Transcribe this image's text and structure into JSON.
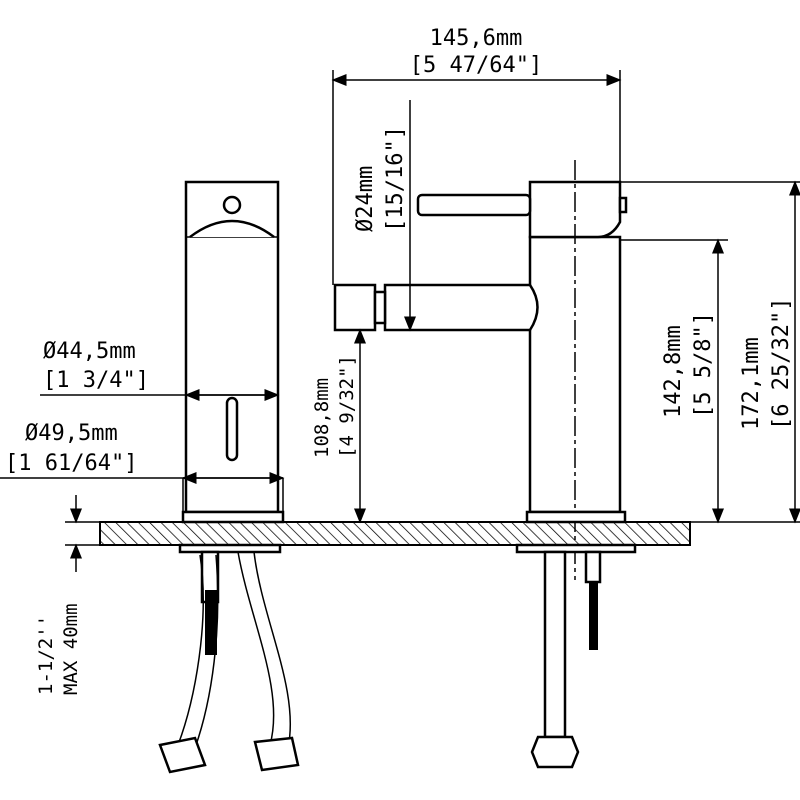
{
  "dimensions": {
    "width": {
      "mm": "145,6mm",
      "inch": "[5 47/64\"]"
    },
    "aerator_diameter": {
      "mm": "Ø24mm",
      "inch": "[15/16\"]"
    },
    "body_diameter": {
      "mm": "Ø44,5mm",
      "inch": "[1 3/4\"]"
    },
    "base_diameter": {
      "mm": "Ø49,5mm",
      "inch": "[1 61/64\"]"
    },
    "spout_height": {
      "mm": "108,8mm",
      "inch": "[4 9/32\"]"
    },
    "body_height": {
      "mm": "142,8mm",
      "inch": "[5 5/8\"]"
    },
    "total_height": {
      "mm": "172,1mm",
      "inch": "[6 25/32\"]"
    },
    "counter_thickness": {
      "inch": "1-1/2''",
      "mm": "MAX 40mm"
    }
  },
  "colors": {
    "line": "#000000",
    "background": "#ffffff"
  }
}
